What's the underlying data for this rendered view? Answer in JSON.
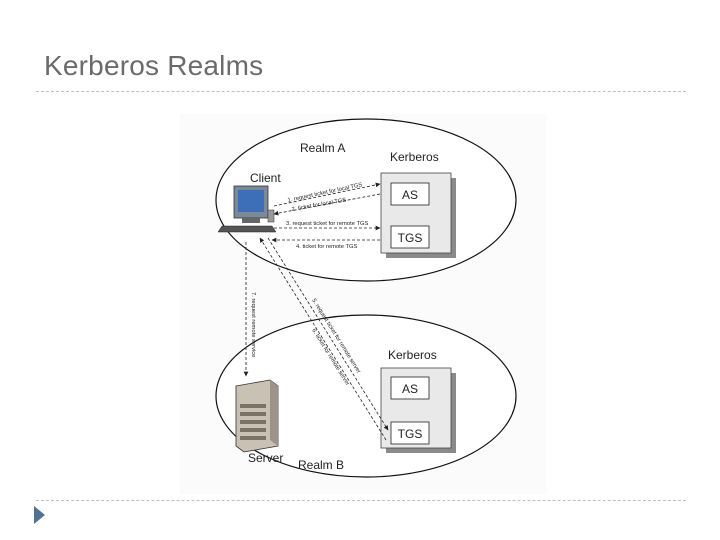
{
  "slide": {
    "title": "Kerberos Realms"
  },
  "diagram": {
    "realm_a": {
      "label": "Realm A",
      "kerberos_label": "Kerberos",
      "as_label": "AS",
      "tgs_label": "TGS",
      "client_label": "Client"
    },
    "realm_b": {
      "label": "Realm B",
      "kerberos_label": "Kerberos",
      "as_label": "AS",
      "tgs_label": "TGS",
      "server_label": "Server"
    },
    "messages": {
      "m1": "1. request ticket for local TGS",
      "m2": "2. ticket for local TGS",
      "m3": "3. request ticket for remote TGS",
      "m4": "4. ticket for remote TGS",
      "m5": "5. request ticket for remote server",
      "m6": "6. ticket for remote server",
      "m7": "7. request remote service"
    }
  },
  "icons": [
    "computer-icon",
    "server-tower-icon",
    "bullet-triangle-icon"
  ],
  "colors": {
    "title": "#6b6b6b",
    "rule": "#b9c1c9",
    "bullet": "#4d7396",
    "box_fill": "#e9e9e9",
    "box_shadow": "#777777"
  }
}
